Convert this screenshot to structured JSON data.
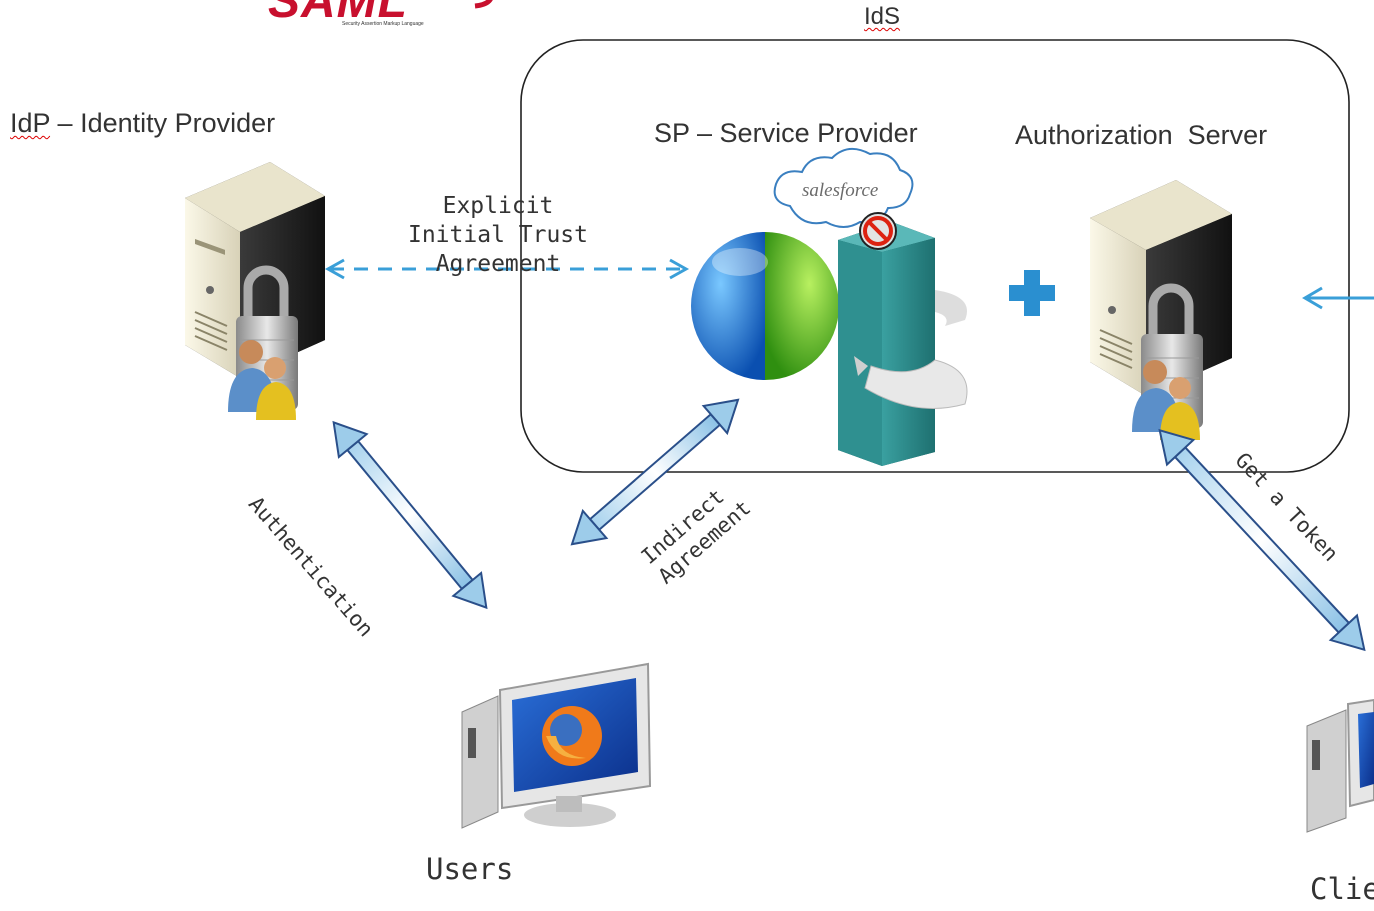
{
  "logo": {
    "text": "SAML",
    "tagline": "Security Assertion Markup Language"
  },
  "ids_box": {
    "title_part1": "IdS"
  },
  "idp": {
    "label_abbr": "IdP",
    "label_rest": " – Identity Provider"
  },
  "sp": {
    "label": "SP – Service Provider",
    "badge": "salesforce"
  },
  "auth_server": {
    "label": "Authorization  Server"
  },
  "plus": "+",
  "trust_arrow": {
    "line1": "Explicit",
    "line2": "Initial Trust",
    "line3": "Agreement"
  },
  "authentication_arrow": {
    "label": "Authentication"
  },
  "indirect_arrow": {
    "line1": "Indirect",
    "line2": "Agreement"
  },
  "token_arrow": {
    "label": "Get a Token"
  },
  "users": {
    "label": "Users"
  },
  "client": {
    "label": "Clie"
  },
  "colors": {
    "arrow_blue": "#3a9fd8",
    "accent": "#2a8fd0",
    "logo_red": "#c8102e"
  }
}
